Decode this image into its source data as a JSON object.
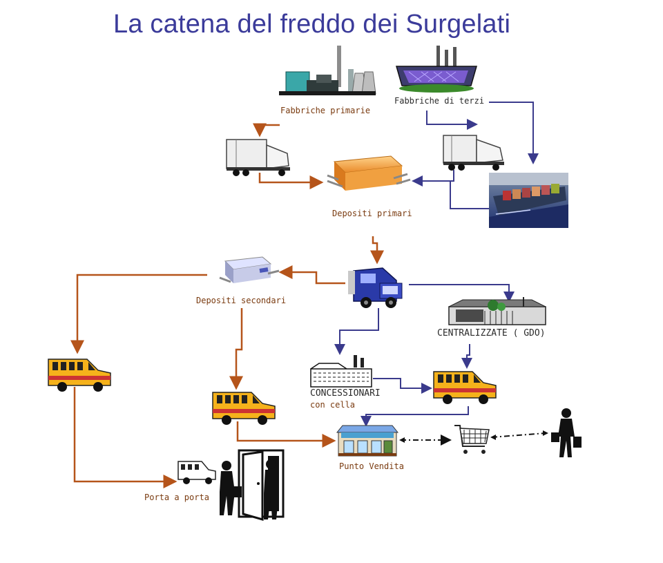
{
  "title": "La catena del freddo dei Surgelati",
  "labels": {
    "fabbriche_primarie": "Fabbriche primarie",
    "fabbriche_terzi": "Fabbriche di terzi",
    "depositi_primari": "Depositi primari",
    "depositi_secondari": "Depositi secondari",
    "centralizzate": "CENTRALIZZATE ( GDO)",
    "concessionari": "CONCESSIONARI",
    "con_cella": "con cella",
    "punto_vendita": "Punto Vendita",
    "porta_a_porta": "Porta a porta"
  },
  "colors": {
    "title": "#3b3b9a",
    "arrow_brown": "#b5541a",
    "arrow_blue": "#3a3a8c",
    "label_brown": "#7a3b10"
  },
  "icons": [
    "factory-icon",
    "third-party-factory-icon",
    "truck-icon",
    "warehouse-icon",
    "container-ship-icon",
    "blue-truck-icon",
    "distribution-center-icon",
    "concessionaire-building-icon",
    "van-icon",
    "store-icon",
    "shopping-cart-icon",
    "shopper-icon",
    "door-icon",
    "delivery-person-icon"
  ]
}
